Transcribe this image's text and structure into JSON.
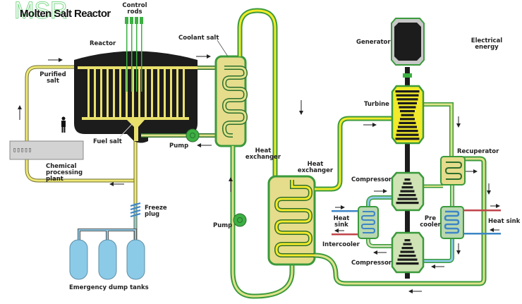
{
  "title": "Molten Salt Reactor",
  "watermark": "MSR",
  "colors": {
    "pipe_yellow": "#f2ea2a",
    "pipe_pale": "#dfe38a",
    "pipe_green": "#3a9a3c",
    "outline": "#2d6e2d",
    "exchanger_fill": "#e5dc8c",
    "reactor": "#1c1c1c",
    "cool_blue": "#8ccbe8",
    "hot_red": "#c0454a",
    "sink_blue": "#3d86c6",
    "compressor_fill": "#cfe3b4",
    "cooler_fill": "#b9d8b0",
    "chem_plant": "#d3d3d3"
  },
  "labels": {
    "control_rods": [
      "Control",
      "rods"
    ],
    "reactor": "Reactor",
    "purified_salt": [
      "Purified",
      "salt"
    ],
    "fuel_salt": "Fuel salt",
    "coolant_salt": "Coolant salt",
    "pump_primary": "Pump",
    "pump_secondary": "Pump",
    "heat_exchanger_1": [
      "Heat",
      "exchanger"
    ],
    "heat_exchanger_2": [
      "Heat",
      "exchanger"
    ],
    "chemical_plant": [
      "Chemical",
      "processing",
      "plant"
    ],
    "freeze_plug": [
      "Freeze",
      "plug"
    ],
    "dump_tanks": "Emergency dump tanks",
    "generator": "Generator",
    "electrical_energy": [
      "Electrical",
      "energy"
    ],
    "turbine": "Turbine",
    "recuperator": "Recuperator",
    "compressor_top": "Compressor",
    "compressor_bottom": "Compressor",
    "heat_sink_left": [
      "Heat",
      "sink"
    ],
    "heat_sink_right": "Heat sink",
    "precooler": [
      "Pre",
      "cooler"
    ],
    "intercooler": "Intercooler"
  },
  "chemical_plant_display": "▯▯▯▯▯"
}
